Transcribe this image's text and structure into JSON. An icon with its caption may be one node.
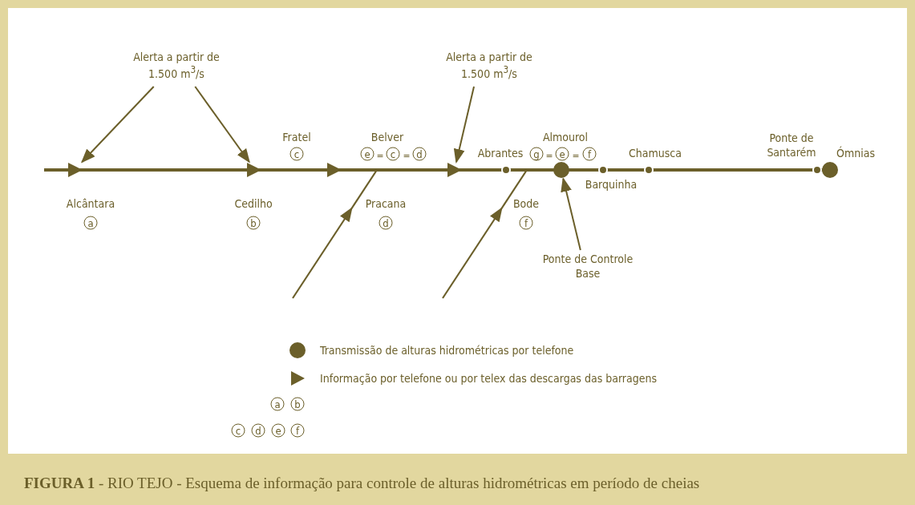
{
  "diagram": {
    "caption": "**FIGURA 1** - RIO TEJO - Esquema de informação para controle de alturas hidrométricas em período de cheias",
    "nodes": [
      {
        "text": [
          "Alerta a partir de 1.500 m$^{3}$/s"
        ]
      },
      {
        "text": [
          "Alerta a partir de 1.500 m$^{3}$/s"
        ]
      },
      {
        "text": [
          "Ponte de Controle Base"
        ]
      },
      {
        "text": [],
        "shape": "triangle"
      },
      {
        "text": [],
        "shape": "triangle"
      },
      {
        "text": [],
        "shape": "triangle"
      },
      {
        "text": [],
        "shape": "triangle"
      },
      {
        "text": [],
        "shape": "circle"
      }
    ],
    "edges": [
      {
        "from": 0,
        "to": 3,
        "arrow": "to"
      },
      {
        "from": 0,
        "to": 4,
        "arrow": "to"
      },
      {
        "from": 1,
        "to": 6,
        "arrow": "to"
      },
      {
        "from": 2,
        "to": 7,
        "arrow": "to"
      }
    ],
    "labels": [
      "Fratel",
      "c",
      "Belver",
      "e",
      "=",
      "c",
      "=",
      "d",
      "Abrantes",
      "Almourol",
      "g",
      "=",
      "e",
      "=",
      "f",
      "Chamusca",
      "Ponte de Santarém",
      "Ómnias",
      "Barquinha",
      "Alcântara",
      "a",
      "Cedilho",
      "b",
      "Pracana",
      "d",
      "Bode",
      "f",
      "a",
      "b",
      "c",
      "d",
      "e",
      "f"
    ],
    "legend": [
      {
        "text": "Transmissão de alturas hidrométricas por telefone"
      },
      {
        "text": "Informação por telefone ou por telex das descargas das barragens"
      }
    ]
  }
}
